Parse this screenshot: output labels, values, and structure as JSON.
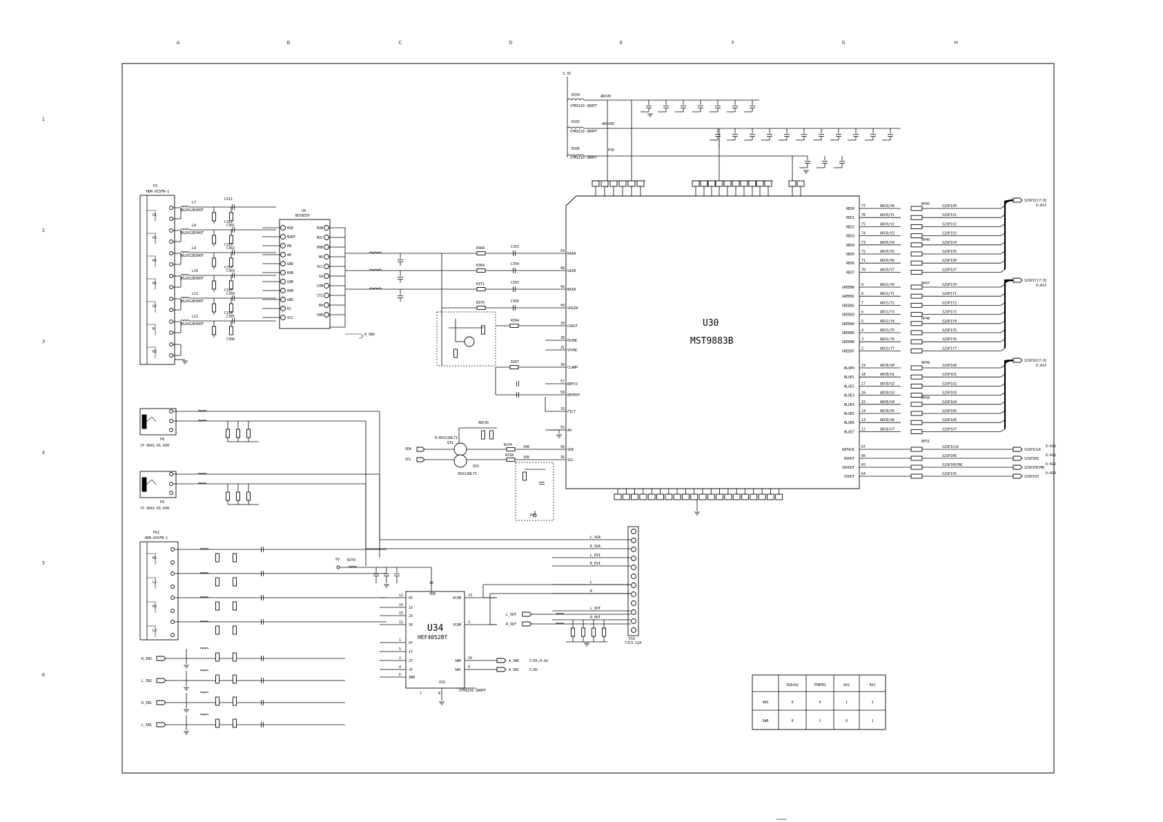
{
  "zones": {
    "cols": [
      "A",
      "B",
      "C",
      "D",
      "E",
      "F",
      "G",
      "H"
    ],
    "rows": [
      "1",
      "2",
      "3",
      "4",
      "5",
      "6"
    ]
  },
  "chips": {
    "u30": {
      "ref": "U30",
      "part": "MST9883B"
    },
    "u34": {
      "ref": "U34",
      "part": "HEF4052BT"
    }
  },
  "power": {
    "v33": "3.3V",
    "v5": "5V",
    "advd": "ADCVD",
    "adcvdd": "ADCVDD",
    "pvd": "PVD",
    "ferrite": "STM3216-380PT",
    "r334": "R334",
    "r335": "R335",
    "r336": "R336",
    "rf_ref": "R378"
  },
  "connectors": {
    "p3": {
      "ref": "P3",
      "part": "HDR-015FN-1"
    },
    "p52": {
      "ref": "P52",
      "part": "HDR-015FN-1"
    },
    "p8": {
      "ref": "P8",
      "part": "JY-3641-01-030"
    },
    "p9": {
      "ref": "P9",
      "part": "JY-3641-01-030"
    },
    "p10": {
      "ref": "P10",
      "part": "TJC3-12A"
    },
    "u4": {
      "ref": "U4",
      "part": "BU7855F"
    }
  },
  "left_labels": {
    "p3_pins": [
      "G1",
      "G1",
      "R1",
      "R1",
      "G2",
      "B",
      "R2"
    ],
    "p52_pins": [
      "R1",
      "L1",
      "R2",
      "L2"
    ],
    "audio_in": [
      "R_IN2",
      "L_IN2",
      "R_IN1",
      "L_IN1"
    ],
    "ferrites_top": [
      "L7",
      "L8",
      "L9",
      "L10",
      "L11",
      "L12"
    ],
    "ferrite_part": "BG2012B300T"
  },
  "u4_pins_left": [
    "M1B",
    "M2EF",
    "EN",
    "A0",
    "GND",
    "R0B",
    "G0B",
    "B0B",
    "GND",
    "R1",
    "VCC"
  ],
  "u4_pins_right": [
    "M2B",
    "M2C",
    "H0B",
    "NO",
    "VCC",
    "GO",
    "COM",
    "CT1",
    "B0",
    "V0B"
  ],
  "analog_in": {
    "pins": [
      {
        "num": "54",
        "name": "RAIN"
      },
      {
        "num": "48",
        "name": "GAIN"
      },
      {
        "num": "43",
        "name": "BAIN"
      },
      {
        "num": "49",
        "name": "SOGIN"
      },
      {
        "num": "29",
        "name": "COAST"
      },
      {
        "num": "30",
        "name": "HSYNC"
      },
      {
        "num": "31",
        "name": "VSYNC"
      },
      {
        "num": "38",
        "name": "CLAMP"
      },
      {
        "num": "57",
        "name": "REFCV"
      },
      {
        "num": "58",
        "name": "REFBYP"
      },
      {
        "num": "33",
        "name": "FILT"
      },
      {
        "num": "55",
        "name": "A0"
      },
      {
        "num": "56",
        "name": "SDA"
      },
      {
        "num": "35",
        "name": "SCL"
      }
    ],
    "res_caps": [
      "R368",
      "R369",
      "R371",
      "R370",
      "R394",
      "R397",
      "C353",
      "C354",
      "C355",
      "C356"
    ],
    "sda_label": "SDA",
    "scl_label": "SCL",
    "sw_label": "A_SW3",
    "i2c_res": [
      "R156",
      "R158"
    ],
    "i2c_vals": [
      "100",
      "100"
    ],
    "pvd_label": "PVD",
    "trans_q1": "Q31",
    "trans_q2": "Q32",
    "trans_part": "BSS138LT1",
    "rb_label": "R:BSS138LT1"
  },
  "outputs": {
    "red": [
      "ADCR/V0",
      "ADCR/V1",
      "ADCR/V2",
      "ADCR/V3",
      "ADCR/V4",
      "ADCR/V5",
      "ADCR/V6",
      "ADCR/V7"
    ],
    "green": [
      "ADCG/Y0",
      "ADCG/Y1",
      "ADCG/Y2",
      "ADCG/Y3",
      "ADCG/Y4",
      "ADCG/Y5",
      "ADCG/Y6",
      "ADCG/Y7"
    ],
    "blue": [
      "ADCB/U0",
      "ADCB/U1",
      "ADCB/U2",
      "ADCB/U3",
      "ADCB/U4",
      "ADCB/U5",
      "ADCB/U6",
      "ADCB/U7"
    ],
    "red_pins": [
      "77",
      "76",
      "75",
      "74",
      "73",
      "72",
      "71",
      "70"
    ],
    "green_pins": [
      "9",
      "8",
      "7",
      "6",
      "5",
      "4",
      "3",
      "2"
    ],
    "blue_pins": [
      "19",
      "18",
      "17",
      "16",
      "15",
      "14",
      "13",
      "12"
    ],
    "red_names": [
      "RED0",
      "RED1",
      "RED2",
      "RED3",
      "RED4",
      "RED5",
      "RED6",
      "RED7"
    ],
    "green_names": [
      "GREEN0",
      "GREEN1",
      "GREEN2",
      "GREEN3",
      "GREEN4",
      "GREEN5",
      "GREEN6",
      "GREEN7"
    ],
    "blue_names": [
      "BLUE0",
      "BLUE1",
      "BLUE2",
      "BLUE3",
      "BLUE4",
      "BLUE5",
      "BLUE6",
      "BLUE7"
    ],
    "v_names": [
      "S2SP1V0",
      "S2SP1V1",
      "S2SP1V2",
      "S2SP1V3",
      "S2SP1V4",
      "S2SP1V5",
      "S2SP1V6",
      "S2SP1V7"
    ],
    "y_names": [
      "S2SP1Y0",
      "S2SP1Y1",
      "S2SP1Y2",
      "S2SP1Y3",
      "S2SP1Y4",
      "S2SP1Y5",
      "S2SP1Y6",
      "S2SP1Y7"
    ],
    "u_names": [
      "S2SP1U0",
      "S2SP1U1",
      "S2SP1U2",
      "S2SP1U3",
      "S2SP1U4",
      "S2SP1U5",
      "S2SP1U6",
      "S2SP1U7"
    ],
    "bus_v": "S2SP1V[7:0]",
    "bus_y": "S2SP1Y[7:0]",
    "bus_u": "S2SP1U[7:0]",
    "bus_ref": "6:A13",
    "ctrl_pins": [
      "67",
      "66",
      "65",
      "64"
    ],
    "ctrl_names": [
      "DATACK",
      "HSOUT",
      "SOGOUT",
      "VSOUT"
    ],
    "ctrl_sig": [
      "S2SP1CLK",
      "S2SP1HS",
      "S2SP1HSYNC",
      "S2SP1VS"
    ],
    "ctrl_ref": [
      "6:A12",
      "6:A12",
      "6:A12",
      "6:A13"
    ],
    "rpacks": [
      "RP45",
      "RP46",
      "RP47",
      "RP48",
      "RP49",
      "RP50",
      "RP51"
    ]
  },
  "u34": {
    "left_pins": [
      {
        "num": "12",
        "name": "0X"
      },
      {
        "num": "14",
        "name": "1X"
      },
      {
        "num": "15",
        "name": "2X"
      },
      {
        "num": "11",
        "name": "3X"
      },
      {
        "num": "1",
        "name": "0Y"
      },
      {
        "num": "5",
        "name": "1Y"
      },
      {
        "num": "2",
        "name": "2Y"
      },
      {
        "num": "4",
        "name": "3Y"
      },
      {
        "num": "6",
        "name": "INH"
      }
    ],
    "right_pins": [
      {
        "num": "13",
        "name": "XCOM"
      },
      {
        "num": "3",
        "name": "YCOM"
      },
      {
        "num": "10",
        "name": "SW0"
      },
      {
        "num": "9",
        "name": "SW1"
      }
    ],
    "top_pin": {
      "num": "16",
      "name": "VDD"
    },
    "bot_pins": [
      "7",
      "8"
    ],
    "vss": "VSS",
    "sw_out": [
      "A_SW0",
      "A_SW1"
    ],
    "sw_ref": [
      "3:B1;4:A2",
      "3:B2"
    ]
  },
  "p10_signals": [
    "L_VGA",
    "R_VGA",
    "L_DVI",
    "R_DVI",
    "L",
    "R",
    "L_OUT",
    "R_OUT"
  ],
  "audio_out": [
    "L_OUT",
    "R_OUT"
  ],
  "truth_table": {
    "headers": [
      "",
      "VGA+R2",
      "YPBPR1",
      "AV2",
      "AV1"
    ],
    "rows": [
      [
        "SW1",
        "0",
        "0",
        "1",
        "1"
      ],
      [
        "SW0",
        "0",
        "1",
        "0",
        "1"
      ]
    ]
  },
  "colors": {
    "line": "#000000",
    "page": "#ffffff"
  }
}
